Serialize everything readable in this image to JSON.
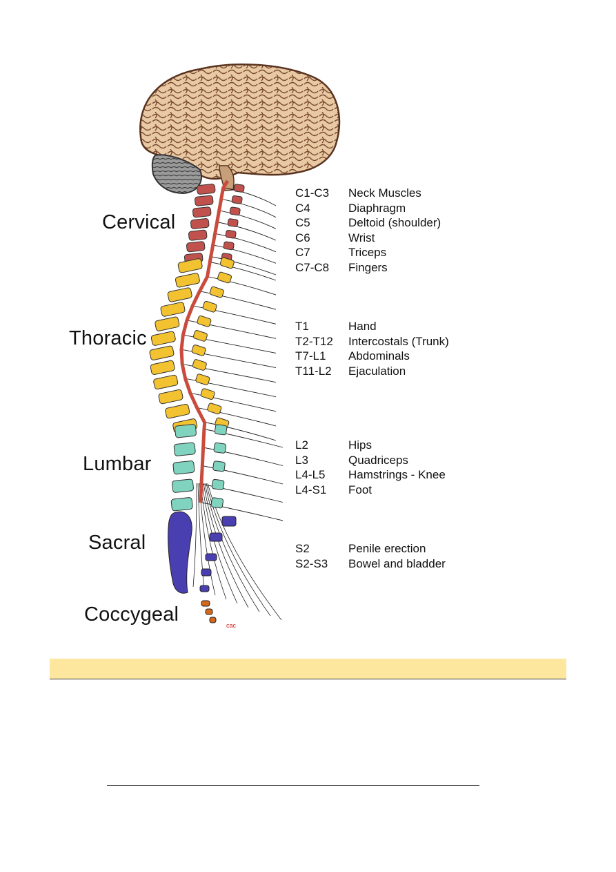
{
  "regions": [
    {
      "label": "Cervical",
      "color": "#c0514d"
    },
    {
      "label": "Thoracic",
      "color": "#f2c230"
    },
    {
      "label": "Lumbar",
      "color": "#7fd3bf"
    },
    {
      "label": "Sacral",
      "color": "#4a3fb0"
    },
    {
      "label": "Coccygeal",
      "color": "#d2691e"
    }
  ],
  "levels": {
    "cervical": [
      {
        "code": "C1-C3",
        "function": "Neck Muscles"
      },
      {
        "code": "C4",
        "function": "Diaphragm"
      },
      {
        "code": "C5",
        "function": "Deltoid (shoulder)"
      },
      {
        "code": "C6",
        "function": "Wrist"
      },
      {
        "code": "C7",
        "function": "Triceps"
      },
      {
        "code": "C7-C8",
        "function": "Fingers"
      }
    ],
    "thoracic": [
      {
        "code": "T1",
        "function": "Hand"
      },
      {
        "code": "T2-T12",
        "function": "Intercostals (Trunk)"
      },
      {
        "code": "T7-L1",
        "function": "Abdominals"
      },
      {
        "code": "T11-L2",
        "function": "Ejaculation"
      }
    ],
    "lumbar": [
      {
        "code": "L2",
        "function": "Hips"
      },
      {
        "code": "L3",
        "function": "Quadriceps"
      },
      {
        "code": "L4-L5",
        "function": "Hamstrings - Knee"
      },
      {
        "code": "L4-S1",
        "function": "Foot"
      }
    ],
    "sacral": [
      {
        "code": "S2",
        "function": "Penile erection"
      },
      {
        "code": "S2-S3",
        "function": "Bowel and bladder"
      }
    ]
  },
  "signature": "cac",
  "colors": {
    "brain": "#e8c9a4",
    "brain_outline": "#6b3e26",
    "cerebellum": "#8c8c8c",
    "highlight": "#fde79f"
  }
}
